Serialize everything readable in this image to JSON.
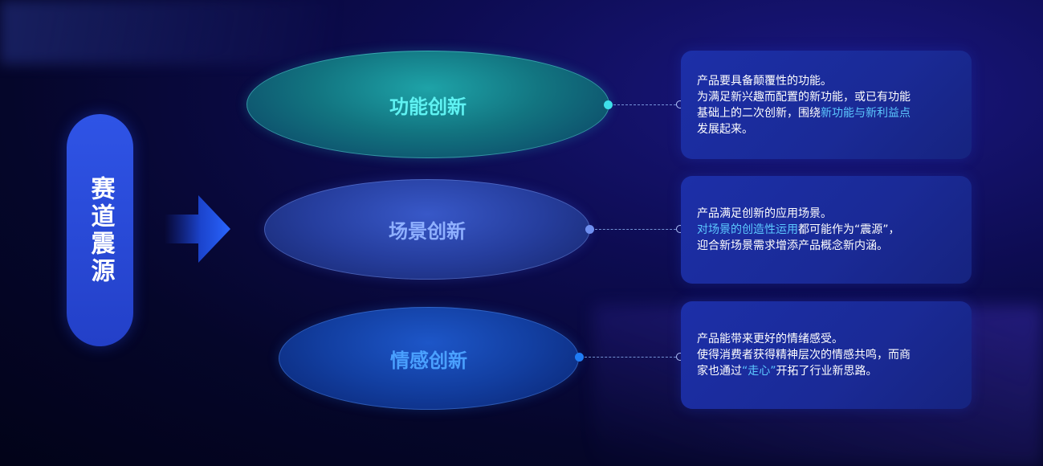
{
  "title": "赛道震源",
  "items": [
    {
      "label": "功能创新",
      "lines": [
        "产品要具备颠覆性的功能。",
        "为满足新兴趣而配置的新功能，或已有功能"
      ],
      "line3_pre": "基础上的二次创新，围绕",
      "line3_hl": "新功能与新利益点",
      "line4": "发展起来。"
    },
    {
      "label": "场景创新",
      "line1": "产品满足创新的应用场景。",
      "line2_hl": "对场景的创造性运用",
      "line2_post": "都可能作为“震源”，",
      "line3": "迎合新场景需求增添产品概念新内涵。"
    },
    {
      "label": "情感创新",
      "line1": "产品能带来更好的情绪感受。",
      "line2": "使得消费者获得精神层次的情感共鸣，而商",
      "line3_pre": "家也通过",
      "line3_hl": "“走心”",
      "line3_post": "开拓了行业新思路。"
    }
  ],
  "colors": {
    "accent_cyan": "#5ff2f2",
    "accent_highlight": "#5cc8ff",
    "pill": "#2f54e6",
    "card": "#1c2fa8"
  }
}
